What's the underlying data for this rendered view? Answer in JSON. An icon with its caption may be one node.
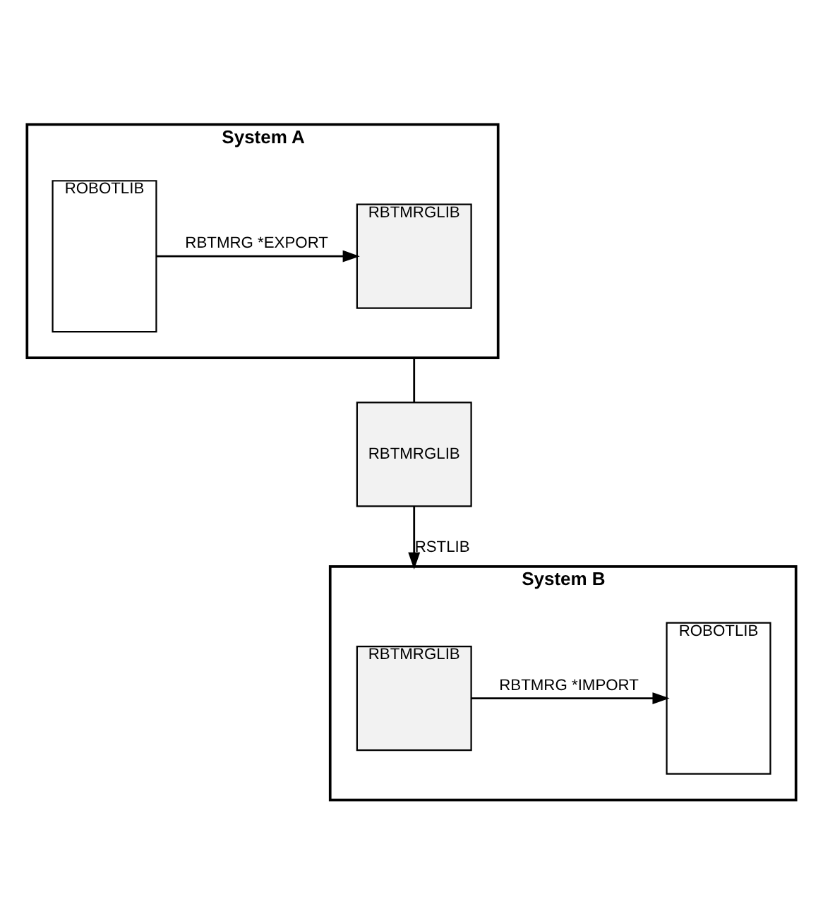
{
  "diagram": {
    "nodes": [
      {
        "text": [
          "System A"
        ]
      },
      {
        "text": [
          "ROBOTLIB"
        ],
        "in": 0
      },
      {
        "text": [
          "RBTMRGLIB"
        ],
        "in": 0
      },
      {
        "text": [
          "RBTMRGLIB"
        ]
      },
      {
        "text": [
          "System B"
        ]
      },
      {
        "text": [
          "RBTMRGLIB"
        ],
        "in": 4
      },
      {
        "text": [
          "ROBOTLIB"
        ],
        "in": 4
      }
    ],
    "edges": [
      {
        "from": 1,
        "to": 2,
        "arrow": "to",
        "label": "RBTMRG *EXPORT"
      },
      {
        "from": 0,
        "to": 3,
        "arrow": "none"
      },
      {
        "from": 3,
        "to": 4,
        "arrow": "to",
        "label": "RSTLIB"
      },
      {
        "from": 5,
        "to": 6,
        "arrow": "to",
        "label": "RBTMRG *IMPORT"
      }
    ]
  }
}
